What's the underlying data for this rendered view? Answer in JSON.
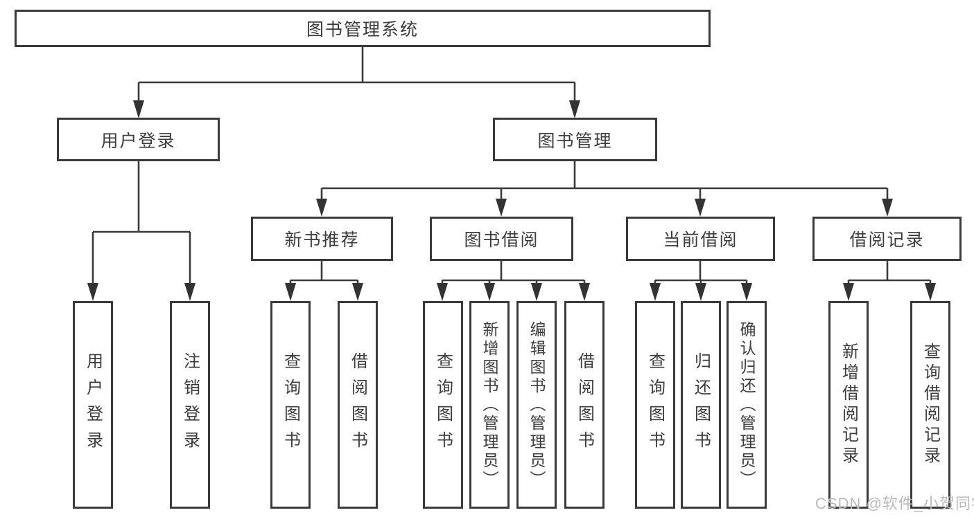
{
  "colors": {
    "line": "#3a3a3a",
    "text": "#3c3c3c",
    "watermark": "#b9b9b9"
  },
  "tree": {
    "root": {
      "label": "图书管理系统"
    },
    "level2": [
      {
        "label": "用户登录"
      },
      {
        "label": "图书管理"
      }
    ],
    "level3": [
      {
        "label": "新书推荐"
      },
      {
        "label": "图书借阅"
      },
      {
        "label": "当前借阅"
      },
      {
        "label": "借阅记录"
      }
    ],
    "leaves": {
      "user_login": [
        "用户登录",
        "注销登录"
      ],
      "new_book_recommend": [
        "查询图书",
        "借阅图书"
      ],
      "book_borrowing": [
        "查询图书",
        "新增图书（管理员）",
        "编辑图书（管理员）",
        "借阅图书"
      ],
      "current_borrowing": [
        "查询图书",
        "归还图书",
        "确认归还（管理员）"
      ],
      "borrowing_records": [
        "新增借阅记录",
        "查询借阅记录"
      ]
    }
  },
  "watermark": "CSDN @软件_小贺同学"
}
